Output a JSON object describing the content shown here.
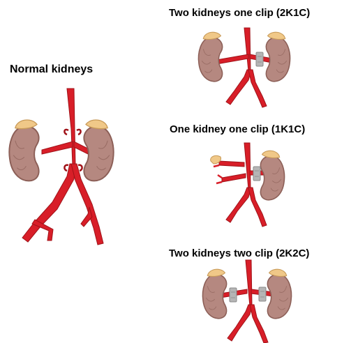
{
  "panels": {
    "normal": {
      "title": "Normal kidneys"
    },
    "two_kidney_one_clip": {
      "title": "Two kidneys one clip (2K1C)"
    },
    "one_kidney_one_clip": {
      "title": "One kidney one clip (1K1C)"
    },
    "two_kidney_two_clip": {
      "title": "Two kidneys two clip (2K2C)"
    }
  },
  "colors": {
    "artery": "#d81e28",
    "artery_dark": "#a01218",
    "kidney": "#b58880",
    "kidney_dark": "#8c5f57",
    "adrenal": "#f0c888",
    "clip": "#b5b5b5"
  }
}
